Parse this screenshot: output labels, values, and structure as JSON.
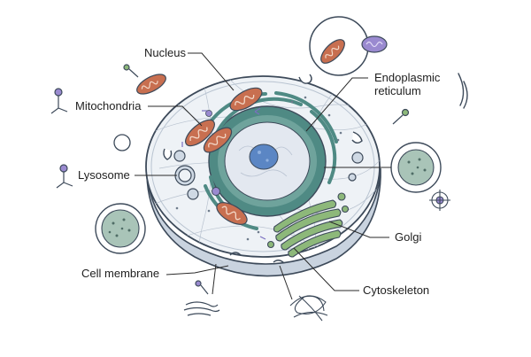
{
  "labels": {
    "nucleus": "Nucleus",
    "mitochondria": "Mitochondria",
    "lysosome": "Lysosome",
    "cell_membrane": "Cell membrane",
    "er_line1": "Endoplasmic",
    "er_line2": "reticulum",
    "golgi": "Golgi",
    "cytoskeleton": "Cytoskeleton"
  },
  "colors": {
    "membrane_outline": "#3d4a5a",
    "cytoplasm": "#eef2f6",
    "membrane_side": "#c9d3df",
    "nucleus_outer": "#4f8a84",
    "nucleus_inner": "#e3e8f0",
    "nucleolus": "#5b86c4",
    "mitochondria": "#c86f50",
    "golgi": "#8db87a",
    "vesicle": "#cfd9e4",
    "lysosome_detail": "#a9c4b8",
    "accent_purple": "#9a8ad0"
  }
}
